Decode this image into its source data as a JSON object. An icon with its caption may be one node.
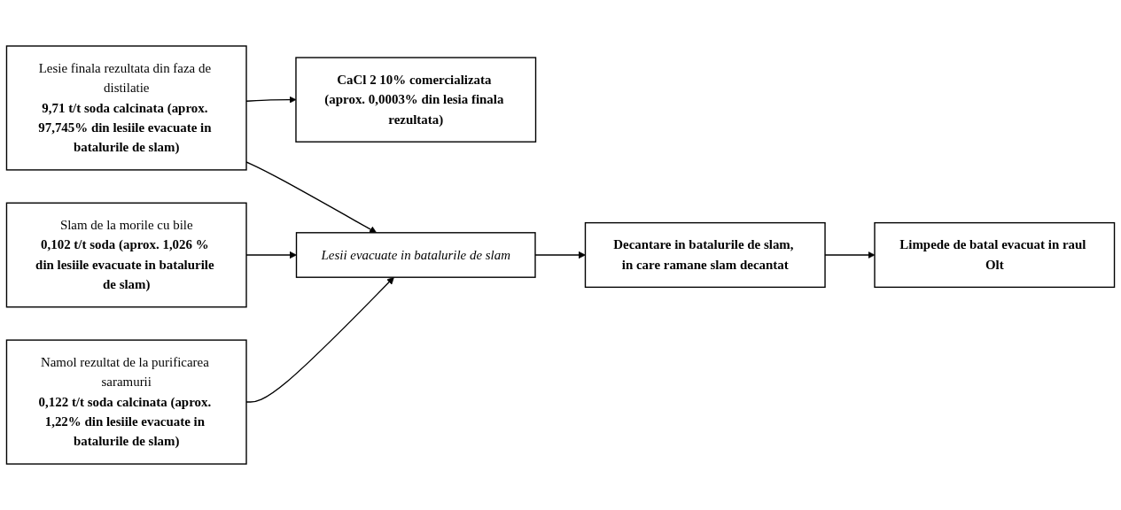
{
  "diagram": {
    "nodes": [
      {
        "text": [
          "Namol rezultat de la purificarea saramurii",
          "0,122 t/t soda calcinata (aprox. 1,22% din lesiile evacuate in batalurile de slam)"
        ]
      },
      {
        "text": [
          "Lesie finala rezultata din faza de distilatie",
          "9,71 t/t soda calcinata (aprox. 97,745% din lesiile evacuate in batalurile de slam)"
        ]
      },
      {
        "text": [
          "CaCl 2 10% comercializata (aprox. 0,0003% din lesia finala rezultata)"
        ]
      },
      {
        "text": [
          "Lesii evacuate in batalurile de slam"
        ]
      },
      {
        "text": [
          "Slam de la morile cu bile",
          "0,102 t/t soda (aprox. 1,026 % din lesiile evacuate in batalurile de slam)"
        ]
      },
      {
        "text": [
          "Decantare in batalurile de slam, in care ramane slam decantat"
        ]
      },
      {
        "text": [
          "Limpede de batal evacuat in raul Olt"
        ]
      }
    ],
    "edges": [
      {
        "from": 0,
        "to": 3,
        "arrow": "to"
      },
      {
        "from": 4,
        "to": 3,
        "arrow": "to"
      },
      {
        "from": 1,
        "to": 3,
        "arrow": "to"
      },
      {
        "from": 1,
        "to": 2,
        "arrow": "to"
      },
      {
        "from": 3,
        "to": 5,
        "arrow": "to"
      },
      {
        "from": 5,
        "to": 6,
        "arrow": "to"
      }
    ]
  }
}
